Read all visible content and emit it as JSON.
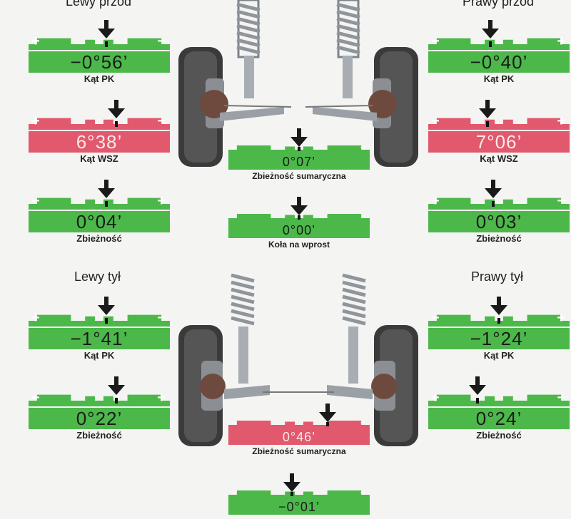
{
  "headings": {
    "front_left": "Lewy przód",
    "front_right": "Prawy przód",
    "rear_left": "Lewy tył",
    "rear_right": "Prawy tył"
  },
  "gauges": {
    "fl_camber": {
      "value": "−0°56’",
      "caption": "Kąt PK",
      "status": "ok",
      "left_sign": "+",
      "right_sign": "−"
    },
    "fl_sai": {
      "value": "6°38’",
      "caption": "Kąt WSZ",
      "status": "out",
      "left_sign": "+",
      "right_sign": "−"
    },
    "fl_toe": {
      "value": "0°04’",
      "caption": "Zbieżność",
      "status": "ok",
      "left_sign": "−",
      "right_sign": "+"
    },
    "fr_camber": {
      "value": "−0°40’",
      "caption": "Kąt PK",
      "status": "ok",
      "left_sign": "−",
      "right_sign": "+"
    },
    "fr_sai": {
      "value": "7°06’",
      "caption": "Kąt WSZ",
      "status": "out",
      "left_sign": "−",
      "right_sign": "+"
    },
    "fr_toe": {
      "value": "0°03’",
      "caption": "Zbieżność",
      "status": "ok",
      "left_sign": "+",
      "right_sign": "−"
    },
    "front_total_toe": {
      "value": "0°07’",
      "caption": "Zbieżność sumaryczna",
      "status": "ok",
      "left_sign": "−",
      "right_sign": "+"
    },
    "front_thrust": {
      "value": "0°00’",
      "caption": "Koła na wprost",
      "status": "ok",
      "left_sign": "",
      "right_sign": ""
    },
    "rl_camber": {
      "value": "−1°41’",
      "caption": "Kąt PK",
      "status": "ok",
      "left_sign": "+",
      "right_sign": "−"
    },
    "rl_toe": {
      "value": "0°22’",
      "caption": "Zbieżność",
      "status": "ok",
      "left_sign": "−",
      "right_sign": "+"
    },
    "rr_camber": {
      "value": "−1°24’",
      "caption": "Kąt PK",
      "status": "ok",
      "left_sign": "−",
      "right_sign": "+"
    },
    "rr_toe": {
      "value": "0°24’",
      "caption": "Zbieżność",
      "status": "ok",
      "left_sign": "+",
      "right_sign": "−"
    },
    "rear_total_toe": {
      "value": "0°46’",
      "caption": "Zbieżność sumaryczna",
      "status": "out",
      "left_sign": "−",
      "right_sign": "+"
    },
    "rear_thrust": {
      "value": "−0°01’",
      "caption": "",
      "status": "ok",
      "left_sign": "−",
      "right_sign": "+"
    }
  },
  "colors": {
    "in_tolerance": "#4cb84a",
    "out_of_tolerance": "#e2586d",
    "pointer": "#1a1a1a",
    "tire": "#3a3a3a",
    "metal": "#9aa0a6"
  },
  "icons": {
    "pointer": "down-arrow-icon",
    "front_axle": "front-suspension-illustration",
    "rear_axle": "rear-suspension-illustration"
  }
}
